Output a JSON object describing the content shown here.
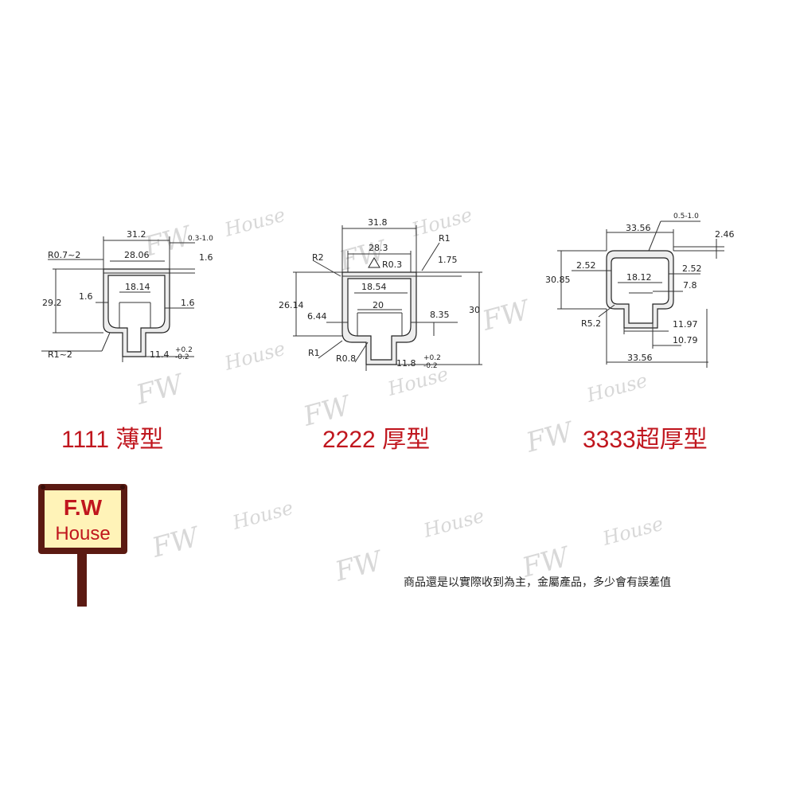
{
  "watermark": {
    "line1": "FW",
    "line2": "House"
  },
  "products": [
    {
      "caption": "1111 薄型",
      "labels": {
        "d31_2": "31.2",
        "d03_10": "0.3-1.0",
        "r07_2": "R0.7~2",
        "d28_06": "28.06",
        "d1_6_right": "1.6",
        "d18_14": "18.14",
        "d1_6_a": "1.6",
        "d1_6_b": "1.6",
        "d29_2": "29.2",
        "r1_2": "R1~2",
        "d11_4": "11.4",
        "tol11_4_plus": "+0.2",
        "tol11_4_minus": "-0.2"
      }
    },
    {
      "caption": "2222 厚型",
      "labels": {
        "d31_8": "31.8",
        "r1_top": "R1",
        "r2": "R2",
        "d28_3": "28.3",
        "r0_3": "R0.3",
        "d1_75": "1.75",
        "d18_54": "18.54",
        "d26_14": "26.14",
        "d30": "30",
        "d20": "20",
        "d6_44": "6.44",
        "d8_35": "8.35",
        "r1_bottom": "R1",
        "r0_8": "R0.8",
        "d11_8": "11.8",
        "tol11_8_plus": "+0.2",
        "tol11_8_minus": "-0.2"
      }
    },
    {
      "caption": "3333超厚型",
      "labels": {
        "d0_5_1_0": "0.5-1.0",
        "d33_56_top": "33.56",
        "d2_46": "2.46",
        "d2_52_l": "2.52",
        "d2_52_r": "2.52",
        "d30_85": "30.85",
        "d18_12": "18.12",
        "d7_8": "7.8",
        "r5_2": "R5.2",
        "d11_97": "11.97",
        "d10_79": "10.79",
        "d33_56_bottom": "33.56"
      }
    }
  ],
  "logo": {
    "line1": "F.W",
    "line2": "House"
  },
  "note": "商品還是以實際收到為主，金屬產品，多少會有誤差值",
  "colors": {
    "accent": "#c0161e",
    "logo_board": "#fff3b8",
    "logo_frame": "#5b1a12"
  }
}
